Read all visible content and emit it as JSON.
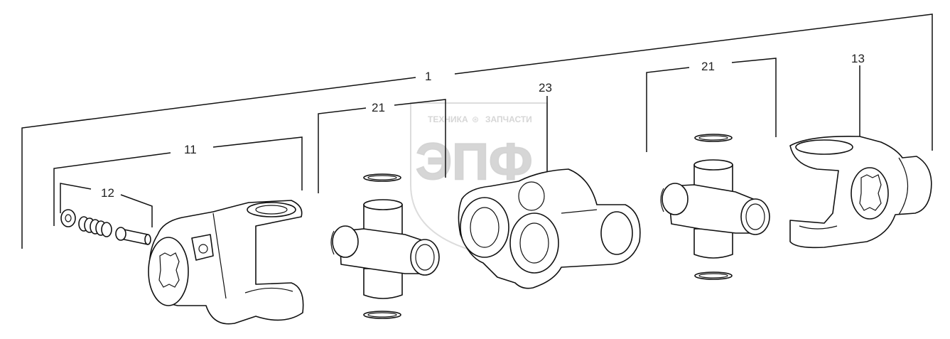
{
  "callouts": {
    "assembly": "1",
    "yoke_left": "11",
    "spring_set": "12",
    "cross_kit_left": "21",
    "flange_yoke": "23",
    "cross_kit_right": "21",
    "yoke_right": "13"
  },
  "watermark": {
    "line1_left": "ТЕХНИКА",
    "line1_right": "ЗАПЧАСТИ",
    "logo": "ЭПФ"
  }
}
